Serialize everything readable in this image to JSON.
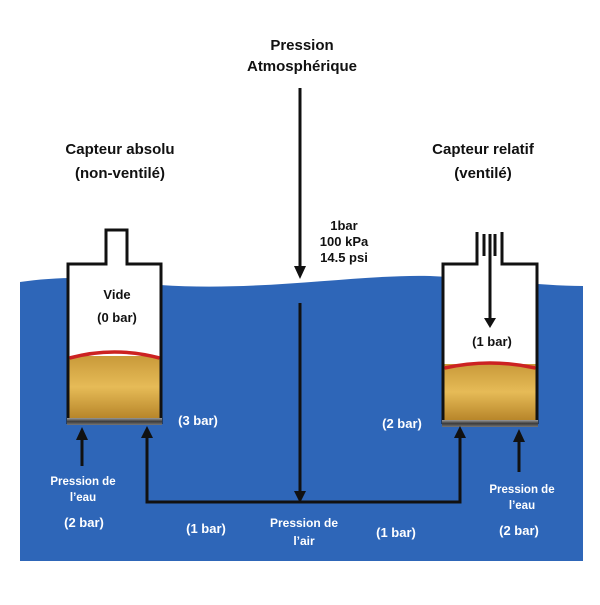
{
  "title": {
    "line1": "Pression",
    "line2": "Atmosphérique"
  },
  "sensors": {
    "absolute": {
      "title_line1": "Capteur absolu",
      "title_line2": "(non-ventilé)",
      "chamber_label": "Vide",
      "chamber_value": "(0 bar)",
      "side_value": "(3 bar)",
      "water_label_line1": "Pression de",
      "water_label_line2": "l’eau",
      "water_value": "(2 bar)"
    },
    "relative": {
      "title_line1": "Capteur relatif",
      "title_line2": "(ventilé)",
      "chamber_value": "(1 bar)",
      "side_value": "(2 bar)",
      "water_label_line1": "Pression de",
      "water_label_line2": "l’eau",
      "water_value": "(2 bar)"
    }
  },
  "atmosphere_values": {
    "line1": "1bar",
    "line2": "100 kPa",
    "line3": "14.5 psi"
  },
  "air": {
    "label_line1": "Pression de",
    "label_line2": "l’air",
    "left_value": "(1 bar)",
    "right_value": "(1 bar)"
  },
  "colors": {
    "water": "#2e66b8",
    "membrane": "#cc2222",
    "piston": "#d8a83c",
    "text_dark": "#111111",
    "text_light": "#ffffff"
  }
}
